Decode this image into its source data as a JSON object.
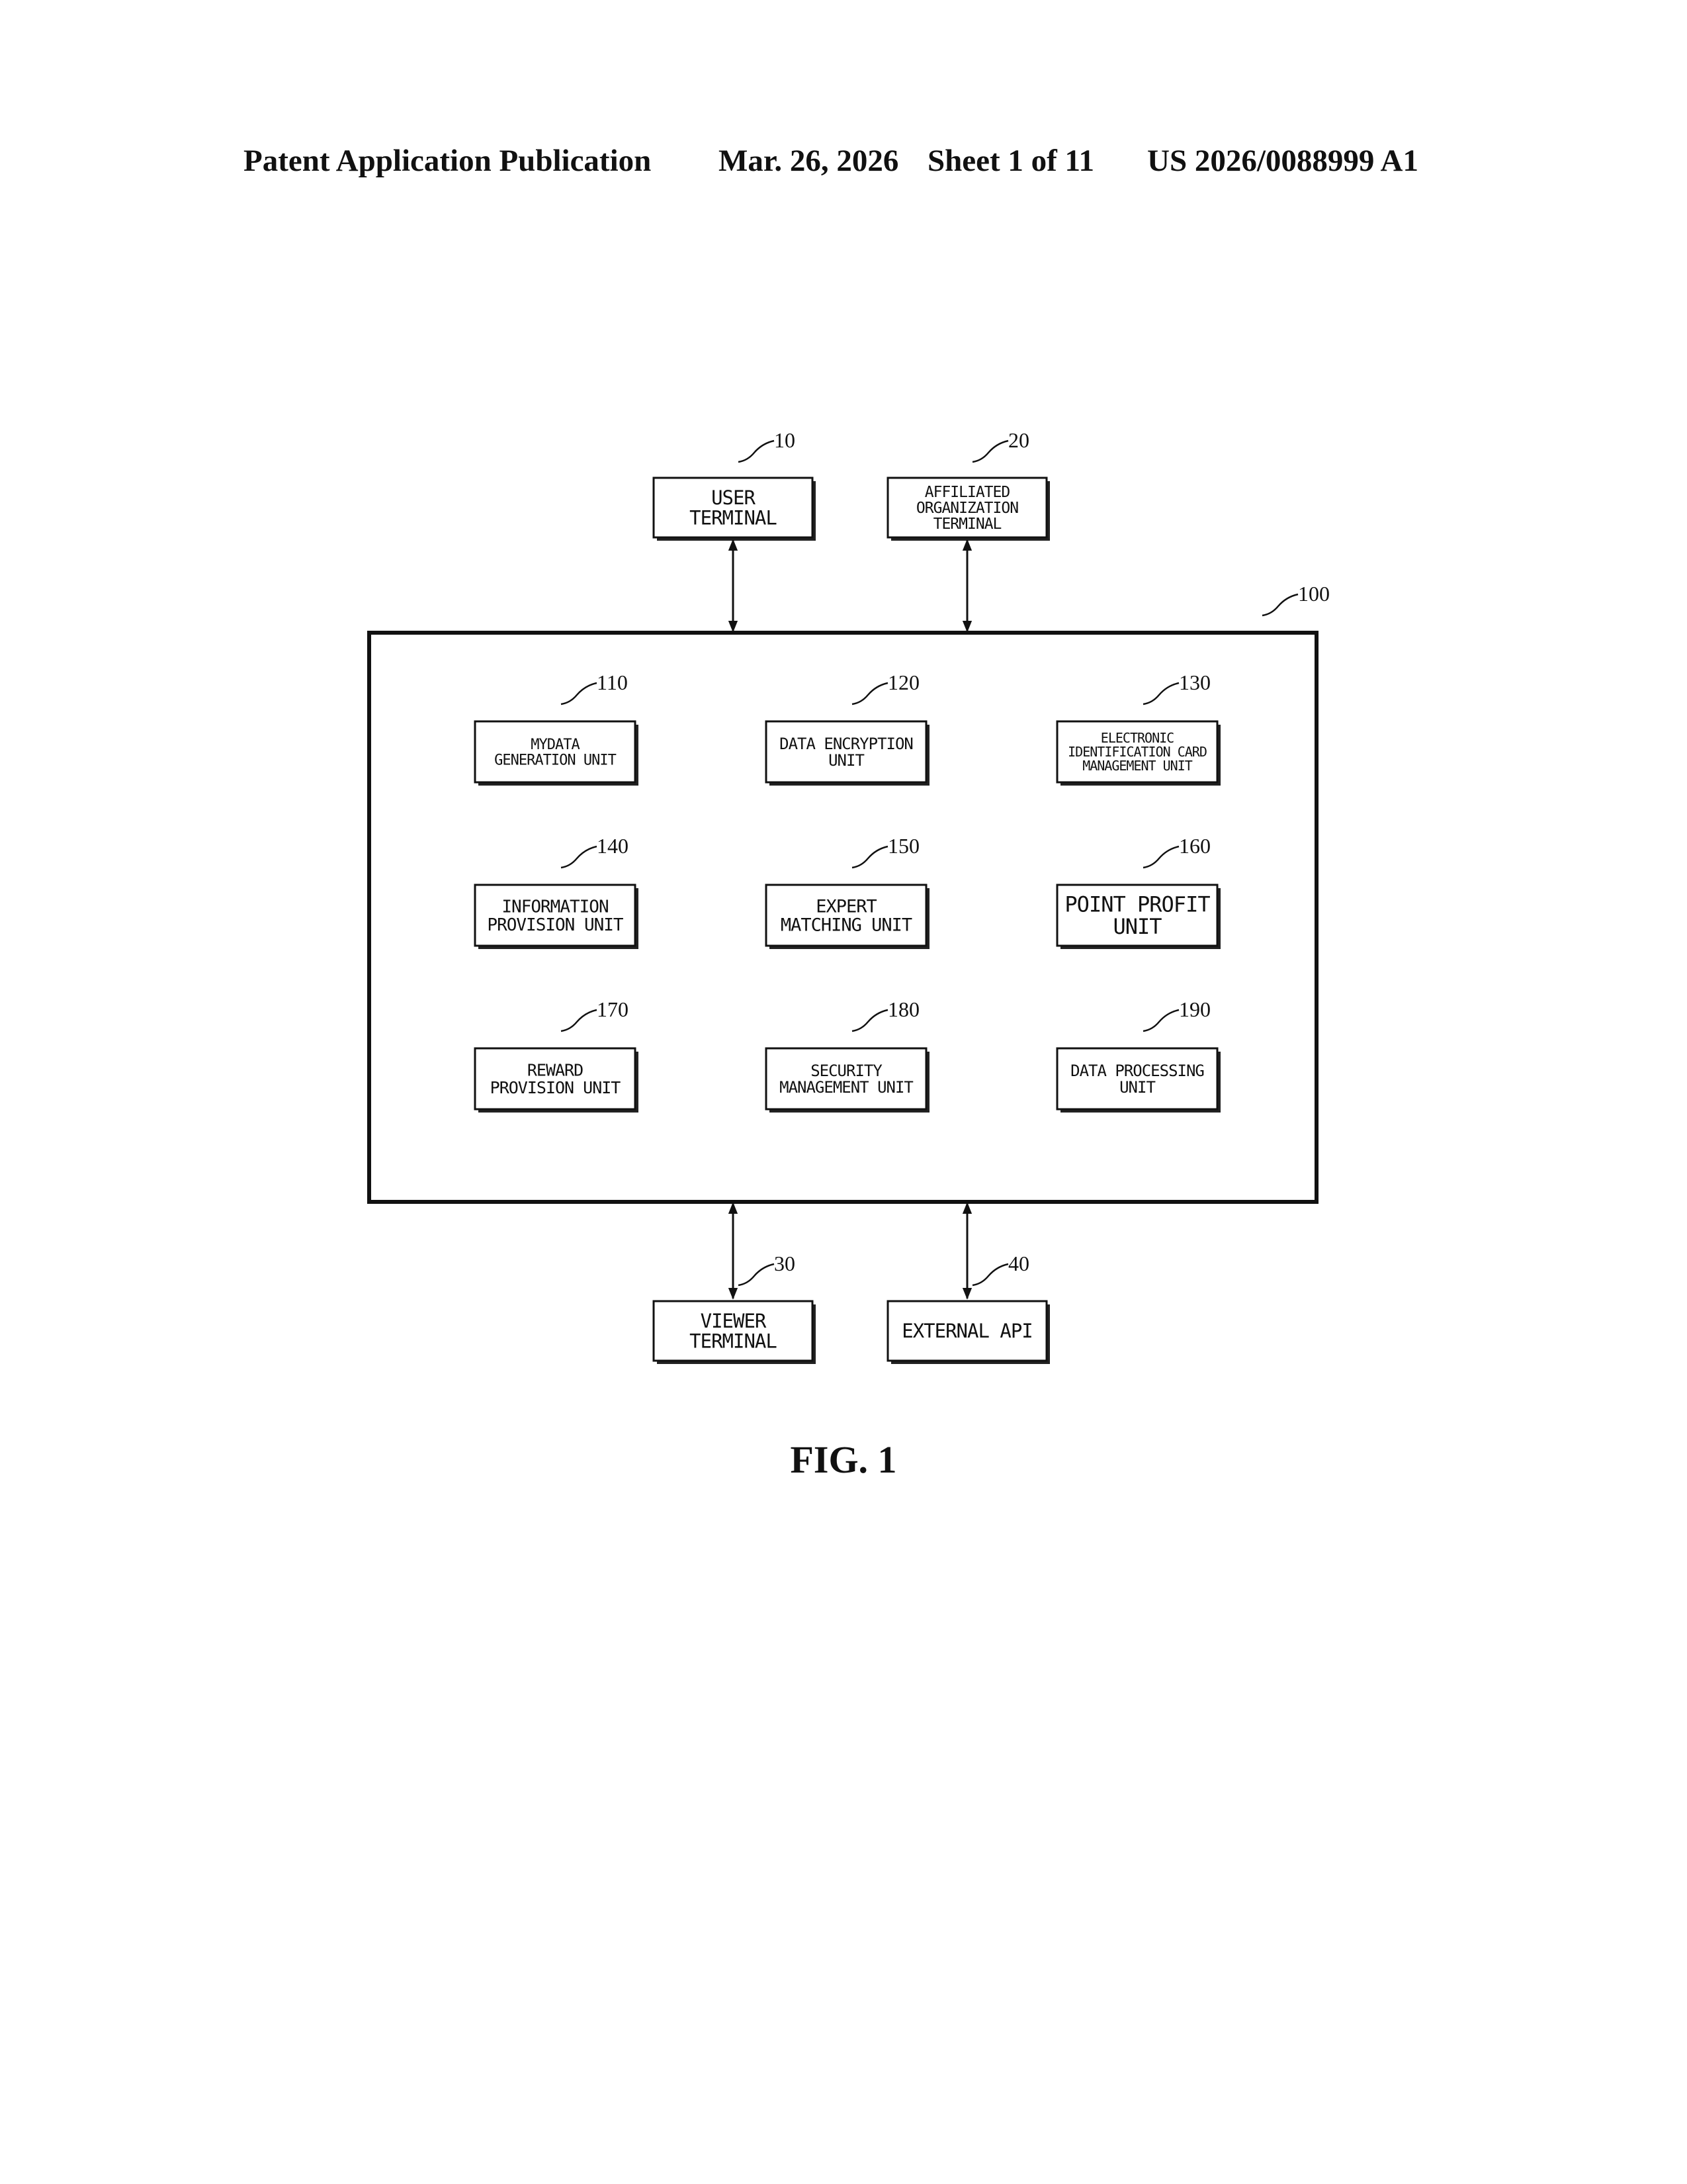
{
  "header": {
    "publication_type": "Patent Application Publication",
    "date": "Mar. 26, 2026",
    "sheet": "Sheet 1 of 11",
    "publication_number": "US 2026/0088999 A1"
  },
  "figure_caption": "FIG. 1",
  "diagram": {
    "external_nodes": [
      {
        "ref": "10",
        "lines": [
          "USER",
          "TERMINAL"
        ]
      },
      {
        "ref": "20",
        "lines": [
          "AFFILIATED",
          "ORGANIZATION",
          "TERMINAL"
        ]
      },
      {
        "ref": "30",
        "lines": [
          "VIEWER",
          "TERMINAL"
        ]
      },
      {
        "ref": "40",
        "lines": [
          "EXTERNAL API"
        ]
      }
    ],
    "container": {
      "ref": "100"
    },
    "units": [
      {
        "ref": "110",
        "lines": [
          "MYDATA",
          "GENERATION UNIT"
        ]
      },
      {
        "ref": "120",
        "lines": [
          "DATA ENCRYPTION",
          "UNIT"
        ]
      },
      {
        "ref": "130",
        "lines": [
          "ELECTRONIC",
          "IDENTIFICATION CARD",
          "MANAGEMENT UNIT"
        ]
      },
      {
        "ref": "140",
        "lines": [
          "INFORMATION",
          "PROVISION UNIT"
        ]
      },
      {
        "ref": "150",
        "lines": [
          "EXPERT",
          "MATCHING UNIT"
        ]
      },
      {
        "ref": "160",
        "lines": [
          "POINT PROFIT",
          "UNIT"
        ]
      },
      {
        "ref": "170",
        "lines": [
          "REWARD",
          "PROVISION UNIT"
        ]
      },
      {
        "ref": "180",
        "lines": [
          "SECURITY",
          "MANAGEMENT UNIT"
        ]
      },
      {
        "ref": "190",
        "lines": [
          "DATA PROCESSING",
          "UNIT"
        ]
      }
    ]
  }
}
